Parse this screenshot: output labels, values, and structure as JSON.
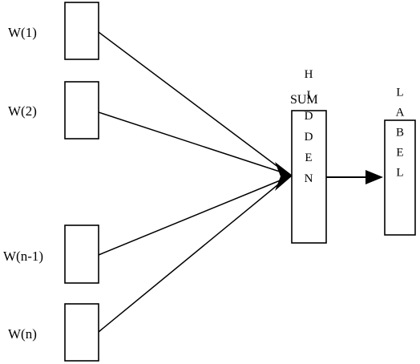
{
  "inputs": [
    {
      "label": "W(1)"
    },
    {
      "label": "W(2)"
    },
    {
      "label": "W(n-1)"
    },
    {
      "label": "W(n)"
    }
  ],
  "sum_label": "SUM",
  "hidden_label": "HIDDEN",
  "output_label": "LABEL",
  "colors": {
    "stroke": "#000000",
    "background": "#ffffff"
  }
}
